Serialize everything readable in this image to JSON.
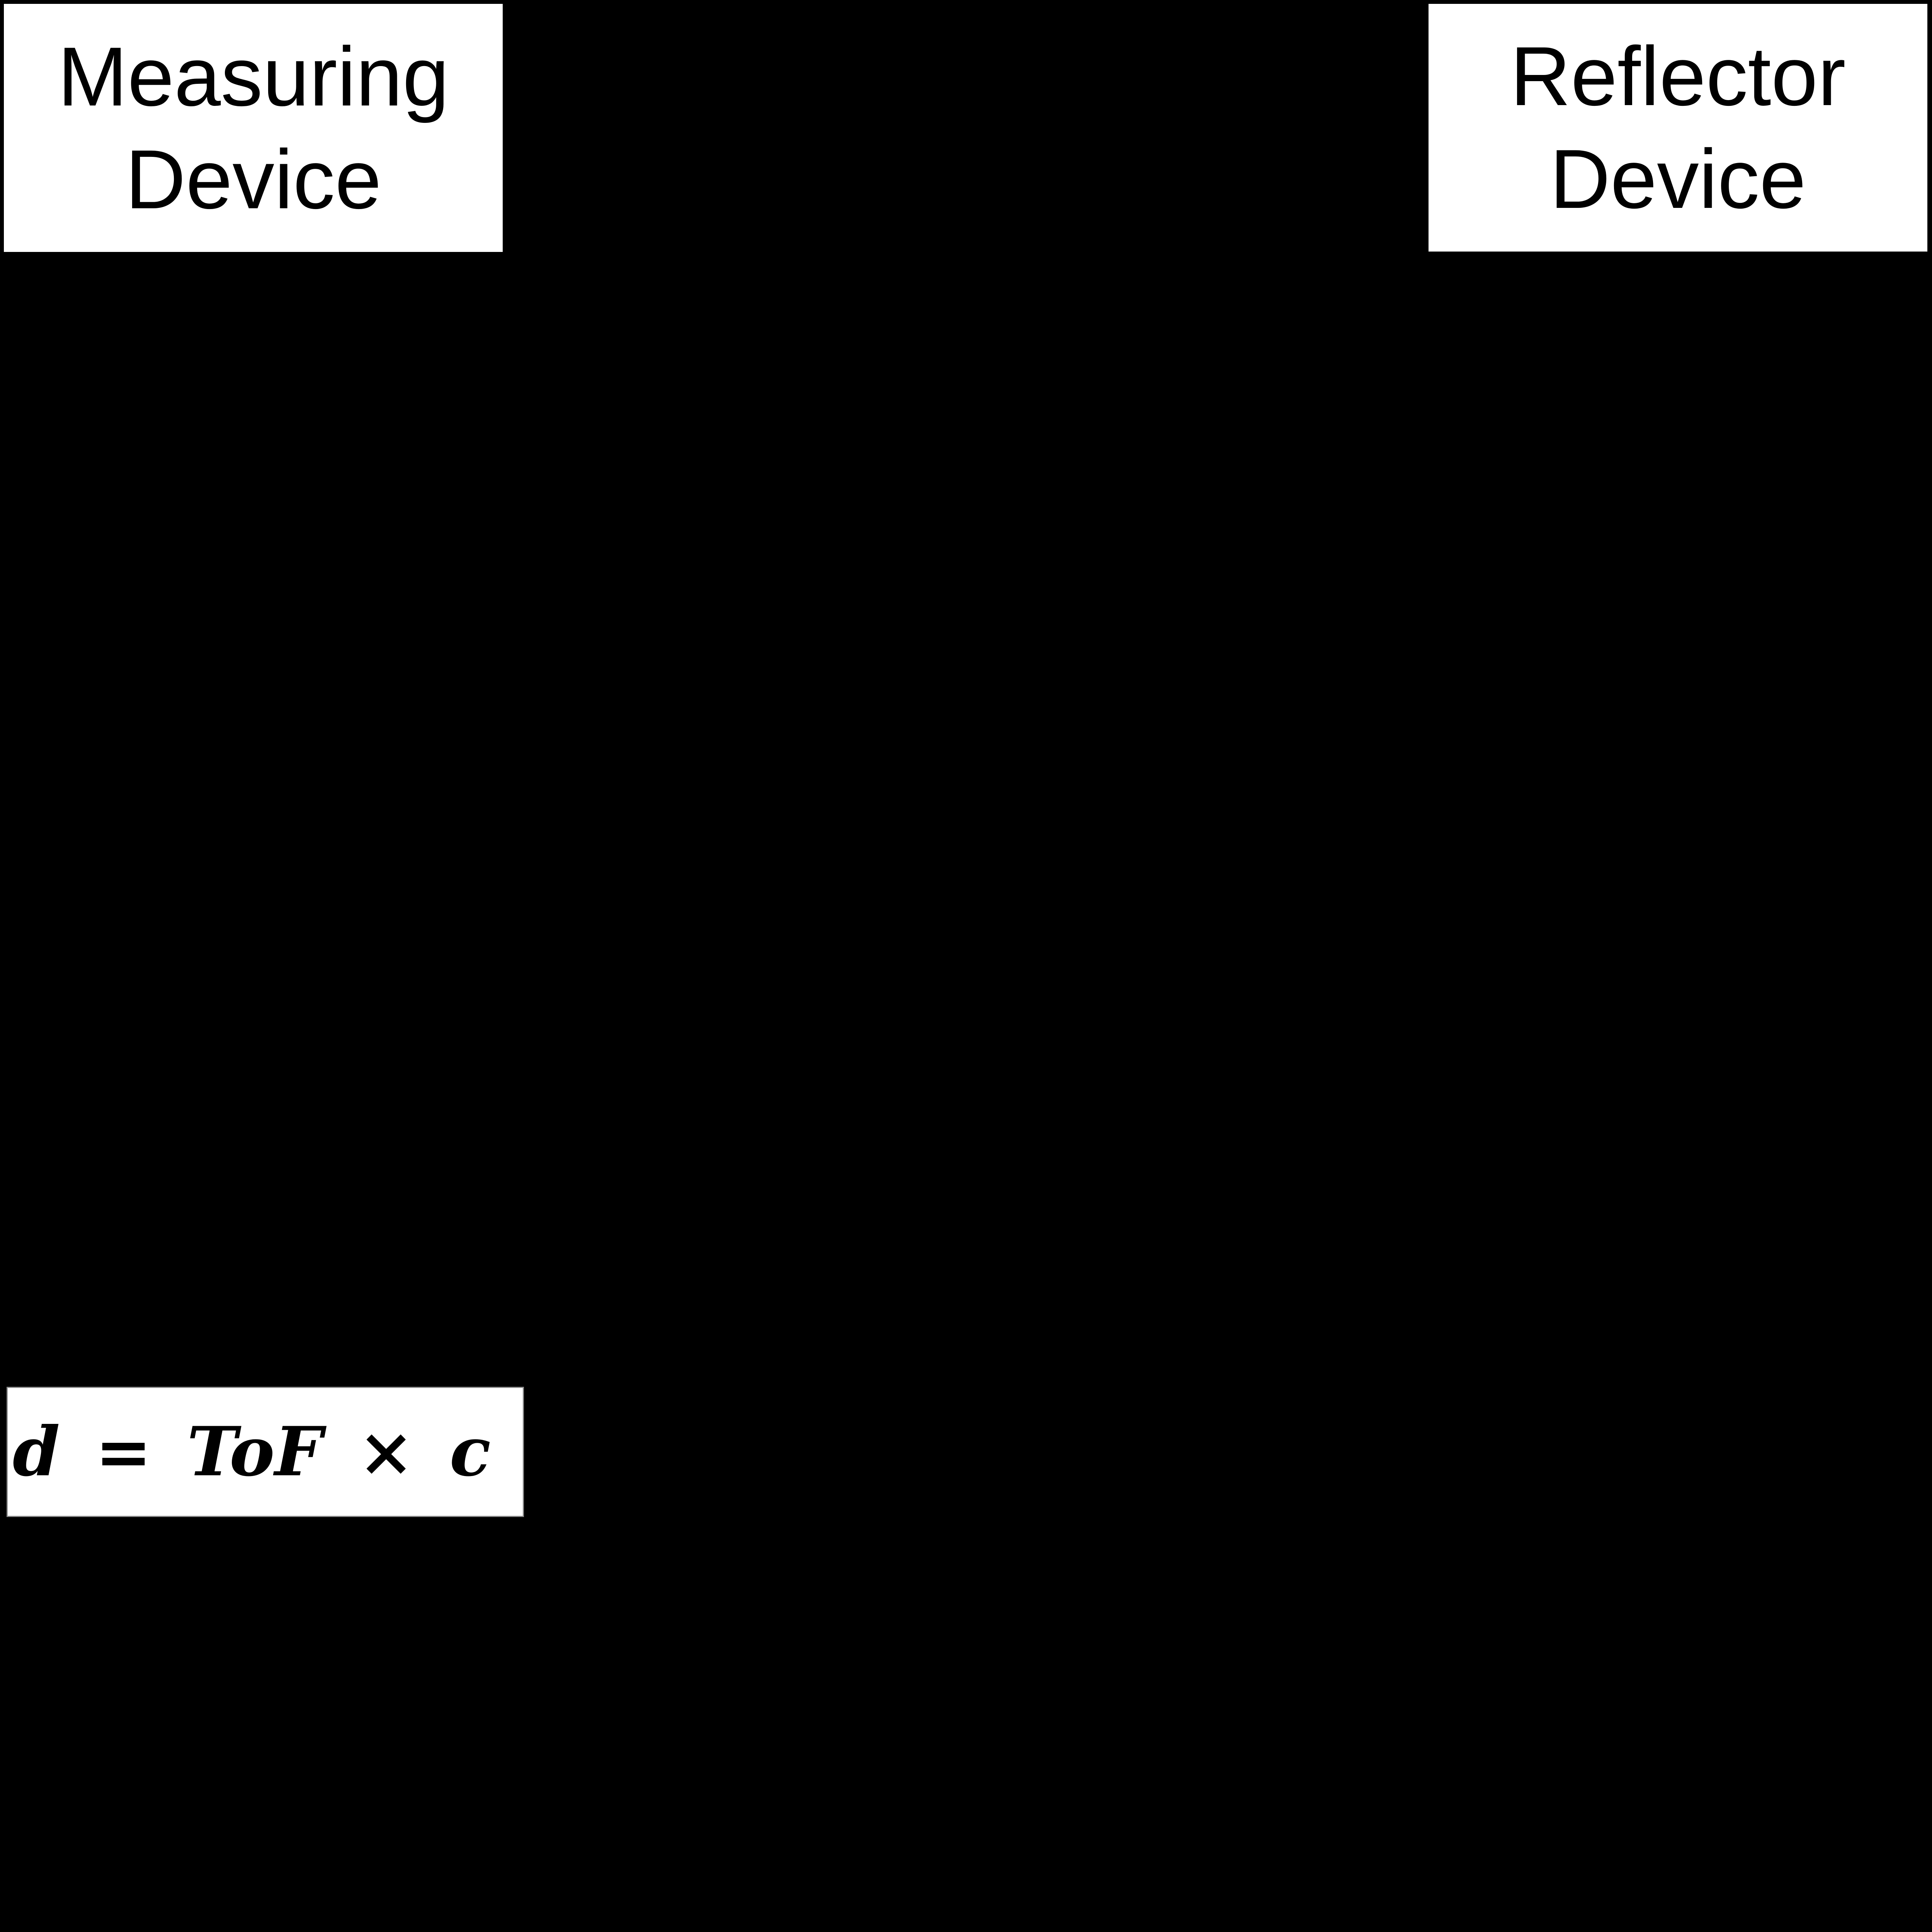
{
  "figure": {
    "background_color": "#000000",
    "box_fill_color": "#ffffff",
    "text_color": "#000000",
    "formula_border_color": "#8a8a8a"
  },
  "measuring_device": {
    "line1": "Measuring",
    "line2": "Device"
  },
  "reflector_device": {
    "line1": "Reflector",
    "line2": "Device"
  },
  "formula": {
    "full_text": "d = ToF × c",
    "d": "d",
    "equals": "=",
    "tof": "ToF",
    "times": "×",
    "c": "c"
  }
}
